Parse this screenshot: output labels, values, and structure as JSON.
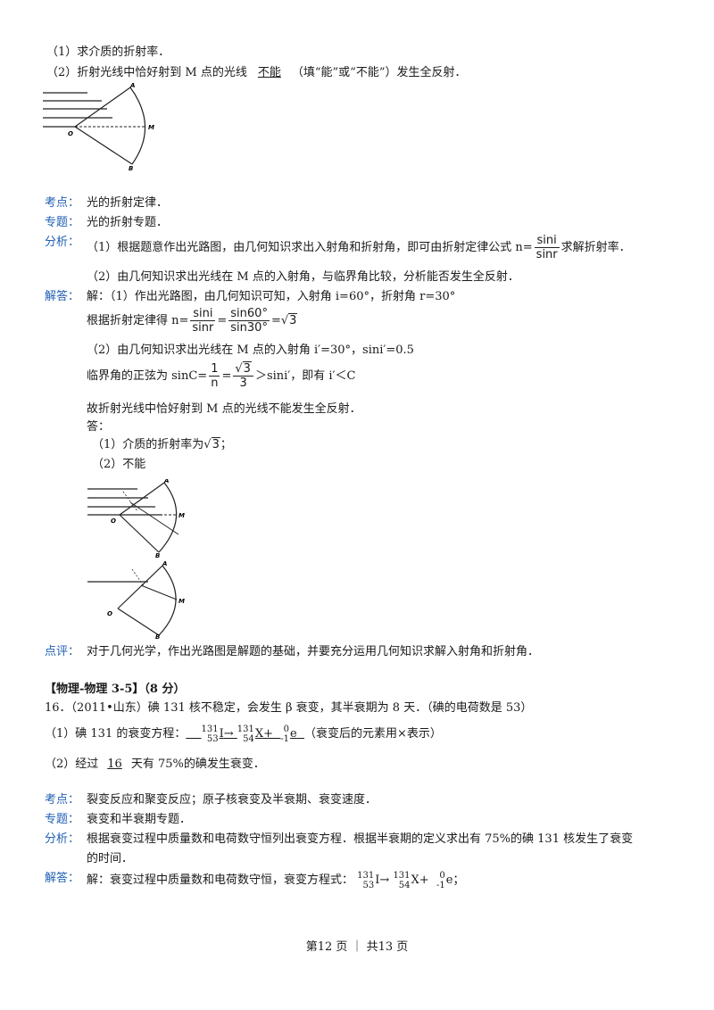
{
  "q15": {
    "part1": "（1）求介质的折射率．",
    "part2_pre": "（2）折射光线中恰好射到 M 点的光线",
    "part2_answer": "不能",
    "part2_post": "（填“能”或“不能”）发生全反射．",
    "fig_labels": {
      "A": "A",
      "B": "B",
      "O": "O",
      "M": "M"
    }
  },
  "s15": {
    "kaodian_tag": "考点：",
    "kaodian": "光的折射定律．",
    "zhuanti_tag": "专题：",
    "zhuanti": "光的折射专题．",
    "fenxi_tag": "分析：",
    "fenxi1_pre": "（1）根据题意作出光路图，由几何知识求出入射角和折射角，即可由折射定律公式 n=",
    "fenxi1_num": "sini",
    "fenxi1_den": "sinr",
    "fenxi1_post": "求解折射率．",
    "fenxi2": "（2）由几何知识求出光线在 M 点的入射角，与临界角比较，分析能否发生全反射．",
    "jieda_tag": "解答：",
    "jie1": "解：（1）作出光路图，由几何知识可知，入射角 i=60°，折射角 r=30°",
    "law_pre": "根据折射定律得 n=",
    "law_f1_num": "sini",
    "law_f1_den": "sinr",
    "law_eq": "=",
    "law_f2_num": "sin60°",
    "law_f2_den": "sin30°",
    "law_eq2": "=",
    "sqrt3": "3",
    "jie2": "（2）由几何知识求出光线在 M 点的入射角 i′=30°，sini′=0.5",
    "crit_pre": "临界角的正弦为 sinC=",
    "crit_f1_num": "1",
    "crit_f1_den": "n",
    "crit_eq": "=",
    "crit_f2_den": "3",
    "crit_post": "＞sini′，即有 i′＜C",
    "conclusion": "故折射光线中恰好射到 M 点的光线不能发生全反射．",
    "answer_label": "答：",
    "ans1_pre": "（1）介质的折射率为",
    "ans1_post": "；",
    "ans2": "（2）不能",
    "dianping_tag": "点评：",
    "dianping": "对于几何光学，作出光路图是解题的基础，并要充分运用几何知识求解入射角和折射角．"
  },
  "q16": {
    "section": "【物理-物理 3-5】（8 分）",
    "stem": "16．（2011•山东）碘 131 核不稳定，会发生 β 衰变，其半衰期为 8 天．（碘的电荷数是 53）",
    "p1_pre": "（1）碘 131 的衰变方程：",
    "mass_I": "131",
    "charge_I": "53",
    "sym_I": "I",
    "arrow": "→",
    "mass_X": "131",
    "charge_X": "54",
    "sym_X": "X+",
    "mass_e": "0",
    "charge_e": "-1",
    "sym_e": "e",
    "p1_post": "（衰变后的元素用×表示）",
    "p2_pre": "（2）经过",
    "p2_answer": "16",
    "p2_post": "天有 75%的碘发生衰变．"
  },
  "s16": {
    "kaodian_tag": "考点：",
    "kaodian": "裂变反应和聚变反应；原子核衰变及半衰期、衰变速度．",
    "zhuanti_tag": "专题：",
    "zhuanti": "衰变和半衰期专题．",
    "fenxi_tag": "分析：",
    "fenxi_l1": "根据衰变过程中质量数和电荷数守恒列出衰变方程．根据半衰期的定义求出有 75%的碘 131 核发生了衰变",
    "fenxi_l2": "的时间．",
    "jieda_tag": "解答：",
    "jie_pre": "解：衰变过程中质量数和电荷数守恒，衰变方程式：",
    "jie_post": "；"
  },
  "footer": {
    "text": "第12 页 ｜ 共13 页"
  }
}
